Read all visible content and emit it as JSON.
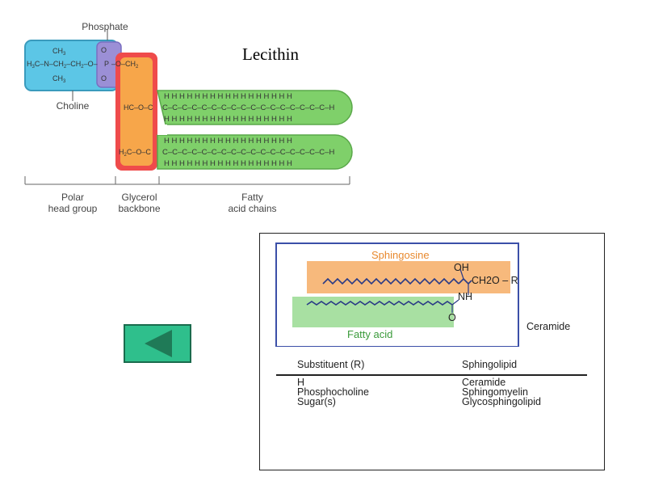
{
  "title": "Lecithin",
  "lecithin": {
    "phosphate_label": "Phosphate",
    "choline_label": "Choline",
    "polar_label_1": "Polar",
    "polar_label_2": "head group",
    "glycerol_label_1": "Glycerol",
    "glycerol_label_2": "backbone",
    "fatty_label_1": "Fatty",
    "fatty_label_2": "acid chains",
    "choline_group": {
      "ch3_top": "CH3",
      "h3c_left": "H3C–N–CH2–CH2–O",
      "ch3_bottom": "CH3"
    },
    "phosphate_group": {
      "top_o": "O",
      "center": "P",
      "bottom_o": "O"
    },
    "glycerol_group": {
      "row1": "O–CH2",
      "row2": "HC–O–C",
      "row3": "H2C–O–C"
    },
    "chain_h_row": "H H H H H H H H H H H H H H H H H",
    "chain_c_row": "C–C–C–C–C–C–C–C–C–C–C–C–C–C–C–C–C–H",
    "colors": {
      "choline": "#5cc6e6",
      "phosphate": "#9b8fd6",
      "glycerol_outer": "#ef4b4b",
      "glycerol_inner": "#f7a64a",
      "fatty": "#7fd06a"
    }
  },
  "back_button": {
    "icon": "back-arrow-icon",
    "color": "#2fbf8c"
  },
  "sphingolipid": {
    "sphingosine_label": "Sphingosine",
    "oh_label": "OH",
    "ch2o_r_label": "CH2O – R",
    "nh_label": "NH",
    "o_label": "O",
    "fatty_acid_label": "Fatty acid",
    "ceramide_label": "Ceramide",
    "table_headers": [
      "Substituent (R)",
      "Sphingolipid"
    ],
    "table_rows": [
      [
        "H",
        "Ceramide"
      ],
      [
        "Phosphocholine",
        "Sphingomyelin"
      ],
      [
        "Sugar(s)",
        "Glycosphingolipid"
      ]
    ],
    "colors": {
      "sphingosine_box": "#f7b97c",
      "fatty_box": "#a8e0a2",
      "frame": "#3b4fa8",
      "sphingosine_text": "#e8892e",
      "fatty_text": "#3a9a3a"
    }
  }
}
